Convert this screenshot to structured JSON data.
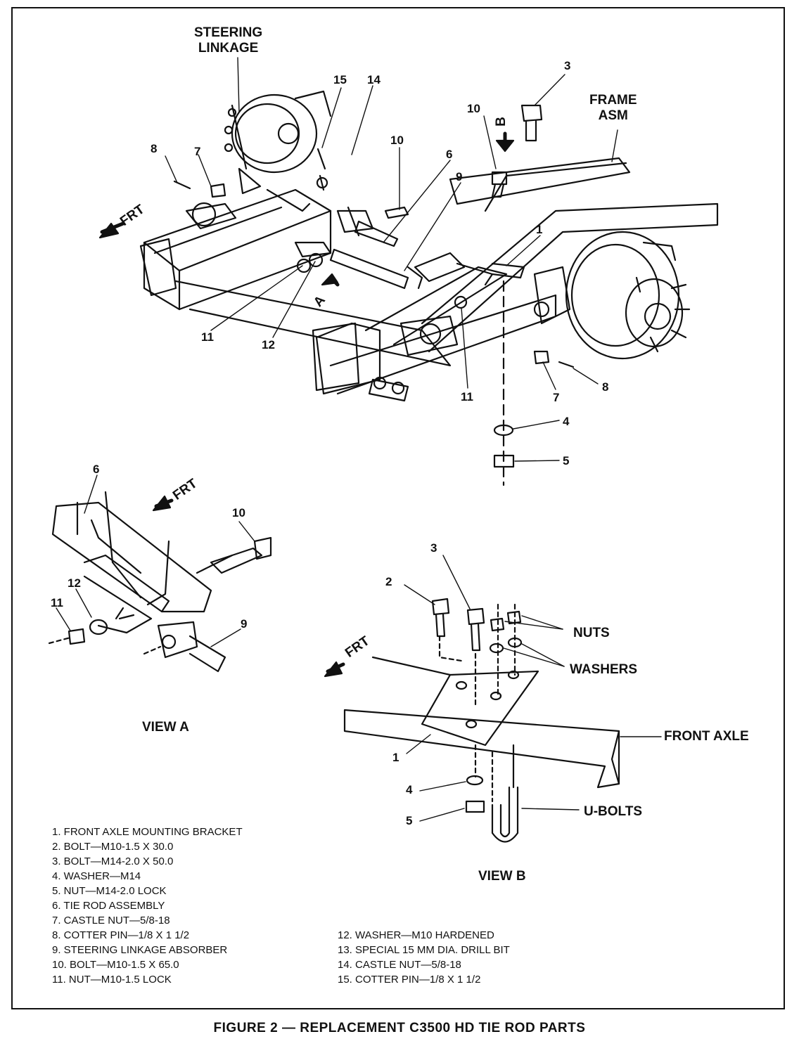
{
  "labels": {
    "steering_linkage": "STEERING\nLINKAGE",
    "frame_asm": "FRAME\nASM",
    "frt_main": "FRT",
    "frt_view_a": "FRT",
    "frt_view_b": "FRT",
    "view_a_marker": "A",
    "view_b_marker": "B",
    "view_a": "VIEW A",
    "view_b": "VIEW B",
    "nuts": "NUTS",
    "washers": "WASHERS",
    "front_axle": "FRONT AXLE",
    "u_bolts": "U-BOLTS"
  },
  "callouts": {
    "main": [
      "15",
      "14",
      "3",
      "10",
      "10",
      "6",
      "9",
      "8",
      "7",
      "1",
      "11",
      "12",
      "11",
      "7",
      "8",
      "4",
      "5"
    ],
    "view_a": [
      "6",
      "10",
      "12",
      "11",
      "9"
    ],
    "view_b": [
      "3",
      "2",
      "1",
      "4",
      "5"
    ]
  },
  "legend_left": [
    "1.  FRONT AXLE MOUNTING BRACKET",
    "2.  BOLT—M10-1.5 X 30.0",
    "3.  BOLT—M14-2.0 X 50.0",
    "4.  WASHER—M14",
    "5.  NUT—M14-2.0 LOCK",
    "6.  TIE ROD ASSEMBLY",
    "7.  CASTLE NUT—5/8-18",
    "8.  COTTER PIN—1/8 X 1 1/2",
    "9.  STEERING LINKAGE ABSORBER",
    "10.  BOLT—M10-1.5 X 65.0",
    "11.  NUT—M10-1.5 LOCK"
  ],
  "legend_right": [
    "12.  WASHER—M10 HARDENED",
    "13.  SPECIAL 15 MM DIA. DRILL BIT",
    "14.  CASTLE NUT—5/8-18",
    "15.  COTTER PIN—1/8 X 1 1/2"
  ],
  "caption": "FIGURE 2  —  REPLACEMENT C3500  HD TIE ROD PARTS",
  "colors": {
    "ink": "#111111",
    "paper": "#ffffff"
  }
}
